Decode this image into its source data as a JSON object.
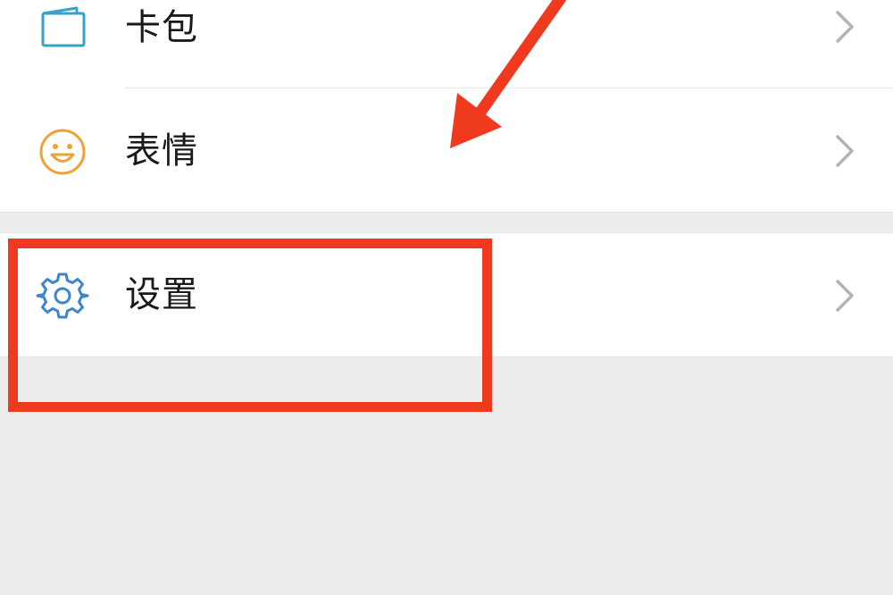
{
  "menu": {
    "items": [
      {
        "id": "wallet",
        "label": "卡包",
        "icon": "wallet-icon"
      },
      {
        "id": "stickers",
        "label": "表情",
        "icon": "smiley-face-icon"
      },
      {
        "id": "settings",
        "label": "设置",
        "icon": "gear-icon"
      }
    ],
    "chevron_icon": "chevron-right-icon"
  },
  "colors": {
    "page_background": "#ededed",
    "row_background": "#ffffff",
    "wallet_icon": "#3aa0c8",
    "smiley_icon": "#f0a035",
    "gear_icon": "#3b86cc",
    "chevron": "#b3b3b3",
    "annotation": "#ef3a1f"
  },
  "annotation": {
    "arrow_icon": "red-arrow",
    "highlight_box_target": "settings"
  }
}
